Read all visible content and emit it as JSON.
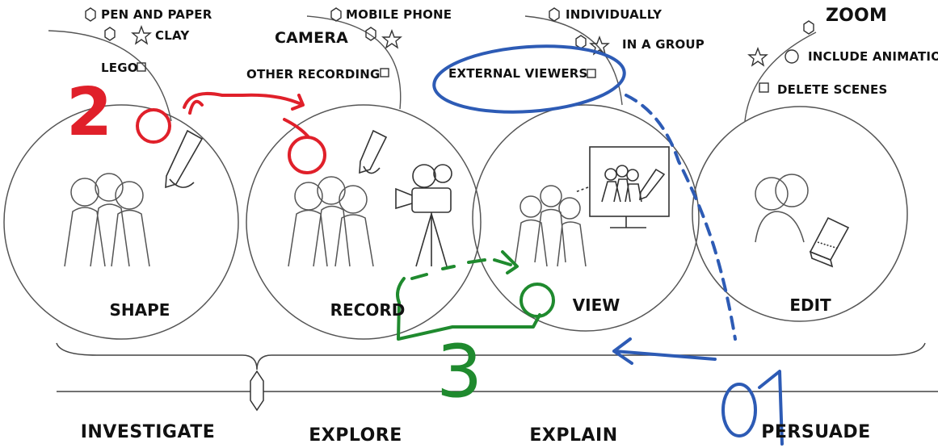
{
  "stages": [
    {
      "id": "shape",
      "label": "SHAPE"
    },
    {
      "id": "record",
      "label": "RECORD"
    },
    {
      "id": "view",
      "label": "VIEW"
    },
    {
      "id": "edit",
      "label": "EDIT"
    }
  ],
  "options": {
    "shape": [
      "PEN AND PAPER",
      "CLAY",
      "LEGO"
    ],
    "record": [
      "MOBILE PHONE",
      "CAMERA",
      "OTHER RECORDING"
    ],
    "view": [
      "INDIVIDUALLY",
      "IN A GROUP",
      "EXTERNAL VIEWERS"
    ],
    "edit": [
      "ZOOM",
      "INCLUDE ANIMATION",
      "DELETE SCENES"
    ]
  },
  "phases": [
    "INVESTIGATE",
    "EXPLORE",
    "EXPLAIN",
    "PERSUADE"
  ],
  "annotations": {
    "red": "2",
    "green": "3",
    "blue": "1"
  },
  "colors": {
    "ink": "#111111",
    "outline": "#555555",
    "red": "#e0202a",
    "green": "#1f8a2e",
    "blue": "#2d5bb5"
  },
  "icons": [
    "hexagon-icon",
    "star-icon",
    "square-icon",
    "pencil-icon",
    "people-icon",
    "video-camera-icon",
    "screen-icon",
    "laptop-icon"
  ]
}
